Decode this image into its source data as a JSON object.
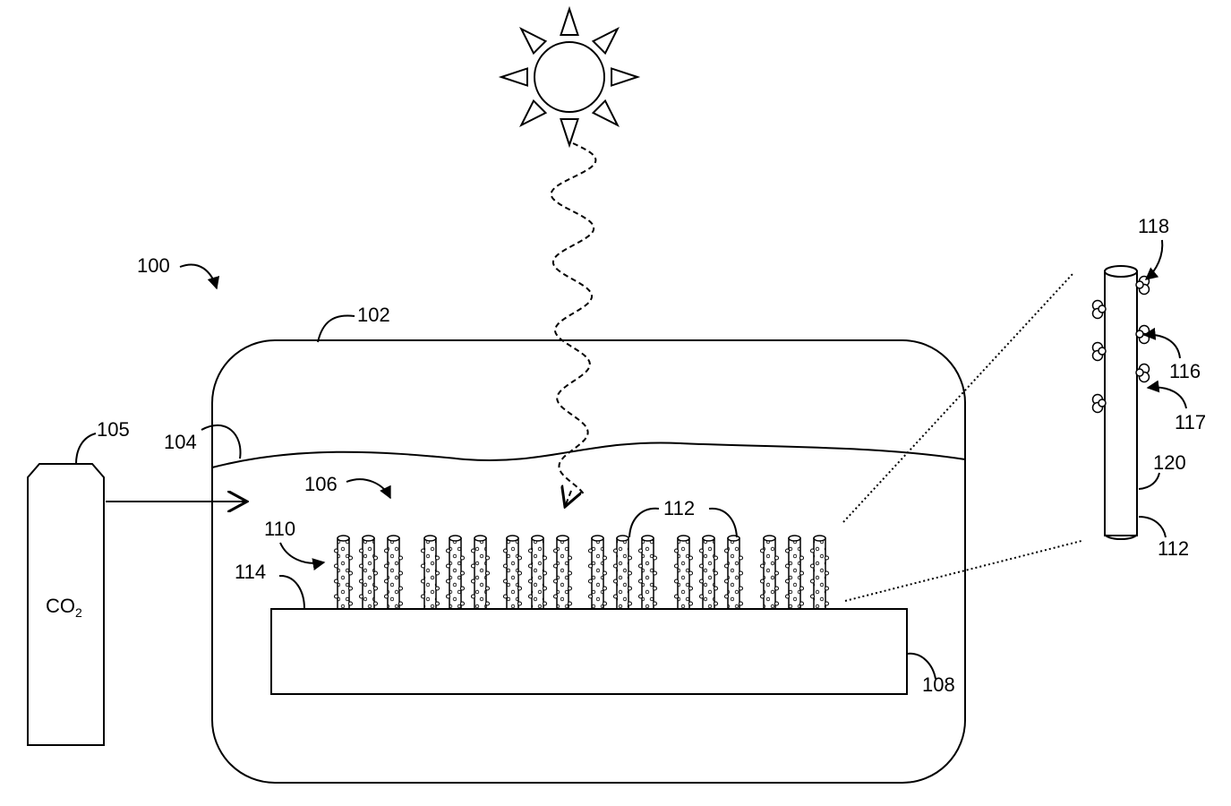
{
  "figure": {
    "refs": {
      "r100": "100",
      "r102": "102",
      "r104": "104",
      "r105": "105",
      "r106": "106",
      "r108": "108",
      "r110": "110",
      "r112_top": "112",
      "r112_detail": "112",
      "r114": "114",
      "r116": "116",
      "r117": "117",
      "r118": "118",
      "r120": "120"
    },
    "tank_label": "CO",
    "tank_label_sub": "2"
  }
}
